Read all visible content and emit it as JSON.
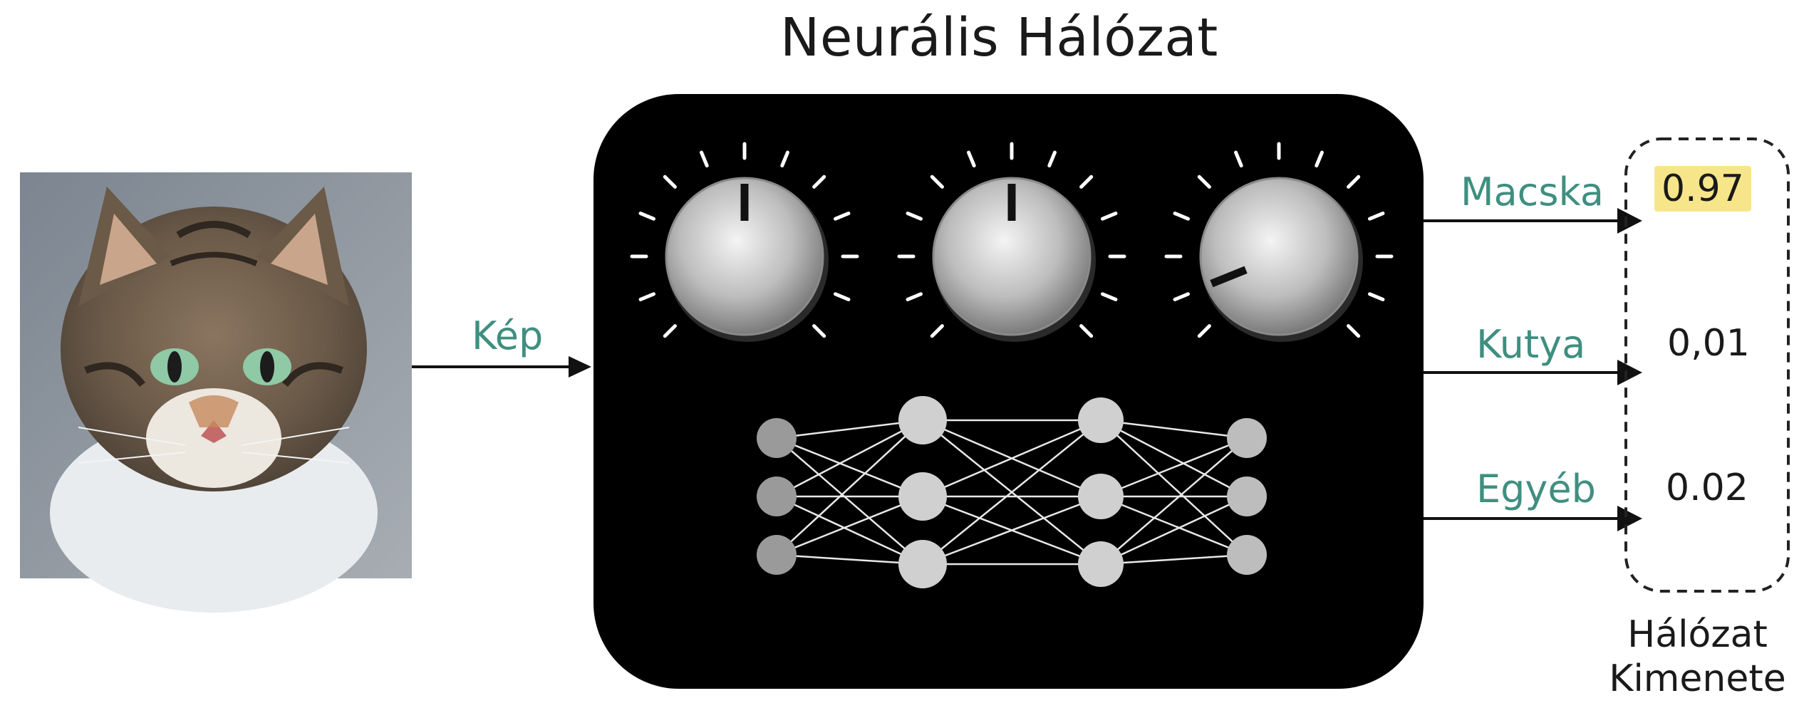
{
  "title": "Neurális Hálózat",
  "input": {
    "label": "Kép"
  },
  "outputs": [
    {
      "label": "Macska",
      "value": "0.97",
      "highlight": true
    },
    {
      "label": "Kutya",
      "value": "0,01",
      "highlight": false
    },
    {
      "label": "Egyéb",
      "value": "0.02",
      "highlight": false
    }
  ],
  "output_box": {
    "caption_line1": "Hálózat",
    "caption_line2": "Kimenete"
  },
  "knobs": [
    {
      "name": "knob-1",
      "indicator_angle_deg": 0
    },
    {
      "name": "knob-2",
      "indicator_angle_deg": 0
    },
    {
      "name": "knob-3",
      "indicator_angle_deg": -112
    }
  ],
  "network": {
    "layers": [
      3,
      3,
      3,
      3
    ]
  },
  "colors": {
    "accent_teal": "#3f8f80",
    "highlight": "#f7e58a",
    "panel": "#000000",
    "node_light": "#cfcfcf",
    "node_dark": "#9a9a9a"
  },
  "icons": {
    "input_image": "cat-photo-icon"
  }
}
